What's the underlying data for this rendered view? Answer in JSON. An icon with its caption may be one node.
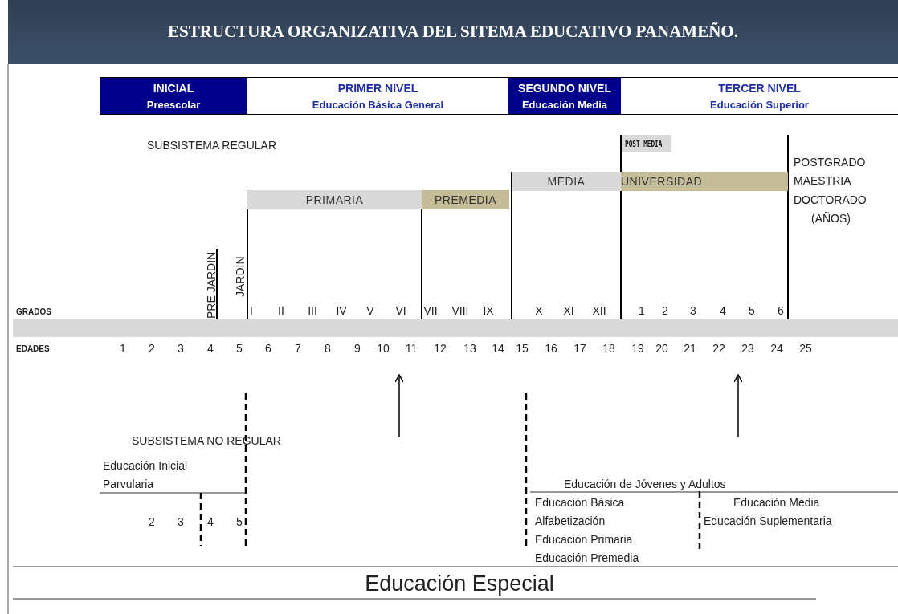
{
  "diagram": {
    "title": "ESTRUCTURA ORGANIZATIVA DEL SITEMA EDUCATIVO PANAMEÑO.",
    "nodes": [
      {
        "text": [
          "INICIAL",
          "Preescolar"
        ]
      },
      {
        "text": [
          "PRIMER NIVEL",
          "Educación Básica General"
        ]
      },
      {
        "text": [
          "SEGUNDO NIVEL",
          "Educación Media"
        ]
      },
      {
        "text": [
          "TERCER NIVEL",
          "Educación Superior"
        ]
      },
      {
        "text": [
          "POST MEDIA"
        ]
      },
      {
        "text": [
          "PRIMARIA"
        ]
      },
      {
        "text": [
          "PREMEDIA"
        ]
      },
      {
        "text": [
          "MEDIA"
        ]
      },
      {
        "text": [
          "UNIVERSIDAD"
        ]
      }
    ],
    "labels": [
      "SUBSISTEMA  REGULAR",
      "POSTGRADO",
      "MAESTRIA",
      "DOCTORADO",
      "(AÑOS)",
      "PRE JARDIN",
      "JARDIN",
      "GRADOS",
      "I",
      "II",
      "III",
      "IV",
      "V",
      "VI",
      "VII",
      "VIII",
      "IX",
      "X",
      "XI",
      "XII",
      "1",
      "2",
      "3",
      "4",
      "5",
      "6",
      "EDADES",
      "1",
      "2",
      "3",
      "4",
      "5",
      "6",
      "7",
      "8",
      "9",
      "10",
      "11",
      "12",
      "13",
      "14",
      "15",
      "16",
      "17",
      "18",
      "19",
      "20",
      "21",
      "22",
      "23",
      "24",
      "25",
      "SUBSISTEMA NO REGULAR",
      "Educación Inicial",
      "Parvularia",
      "2",
      "3",
      "4",
      "5",
      "Educación de Jóvenes y Adultos",
      "Educación Básica",
      "Educación Media",
      "Alfabetización",
      "Educación Suplementaria",
      "Educación Primaria",
      "Educación Premedia",
      "Educación Especial"
    ]
  }
}
